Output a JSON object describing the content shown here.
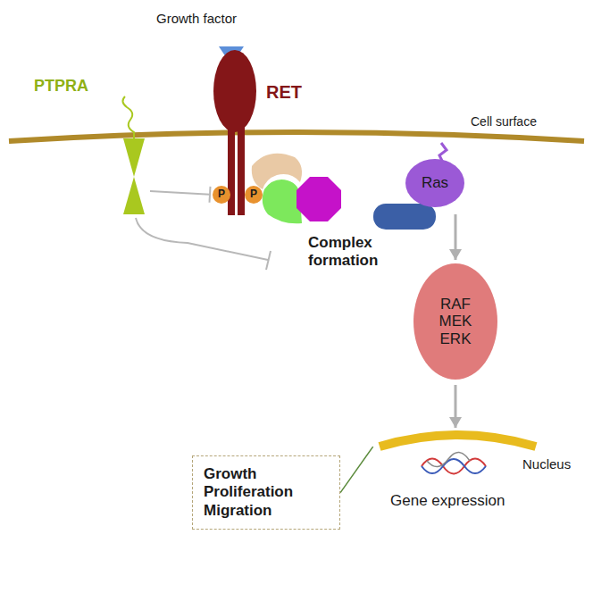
{
  "diagram": {
    "nodes": [
      {
        "text": [
          "PTPRA"
        ]
      },
      {
        "text": [
          "RET"
        ]
      },
      {
        "text": [
          "P"
        ],
        "in": 1
      },
      {
        "text": [
          "P"
        ],
        "in": 1
      },
      {
        "text": [
          "Ras"
        ]
      },
      {
        "text": [
          "RAF MEK ERK"
        ]
      },
      {
        "text": [
          "Nucleus"
        ]
      },
      {
        "text": [
          "Growth Proliferation Migration"
        ]
      }
    ],
    "edges": [
      {
        "from": 4,
        "to": 5,
        "arrow": "to"
      },
      {
        "from": 5,
        "to": 6,
        "arrow": "to"
      },
      {
        "from": 7,
        "to": 6,
        "arrow": "none"
      },
      {
        "from": 0,
        "to": 2,
        "arrow": "to"
      }
    ],
    "labels": [
      "Growth factor",
      "Cell surface",
      "Complex formation",
      "Gene expression"
    ]
  }
}
